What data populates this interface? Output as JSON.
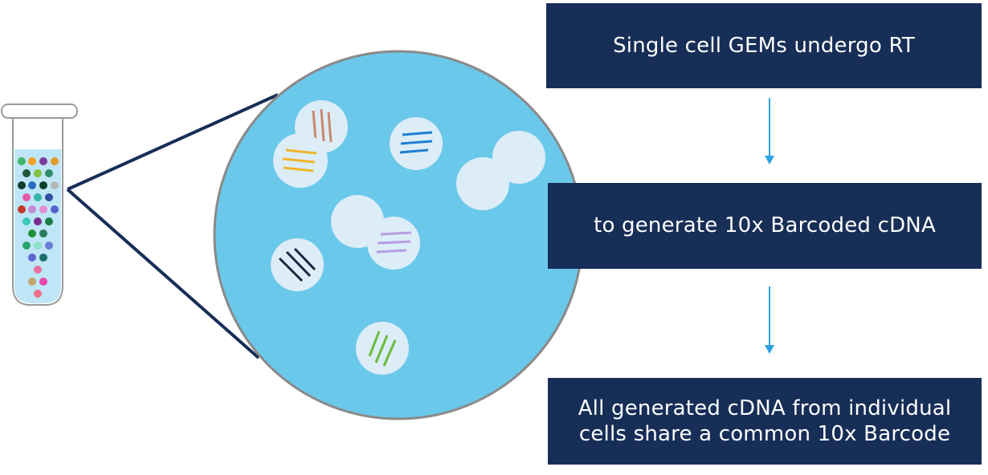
{
  "steps": [
    {
      "text": "Single cell GEMs undergo RT"
    },
    {
      "text": "to generate 10x Barcoded cDNA"
    },
    {
      "text": "All generated cDNA from individual\ncells share a common 10x Barcode"
    }
  ],
  "colors": {
    "box_fill": "#172e57",
    "box_text": "#ffffff",
    "arrow": "#2ea3e4",
    "droplet_fill": "#6ac8ea",
    "gem_fill": "#dcedf8",
    "zoom_line": "#172e57",
    "tube_liquid": "#bfe6f6"
  },
  "icons": {
    "tube": "test-tube-icon",
    "arrow": "arrow-down-icon",
    "gem": "gel-bead-emulsion-icon"
  }
}
